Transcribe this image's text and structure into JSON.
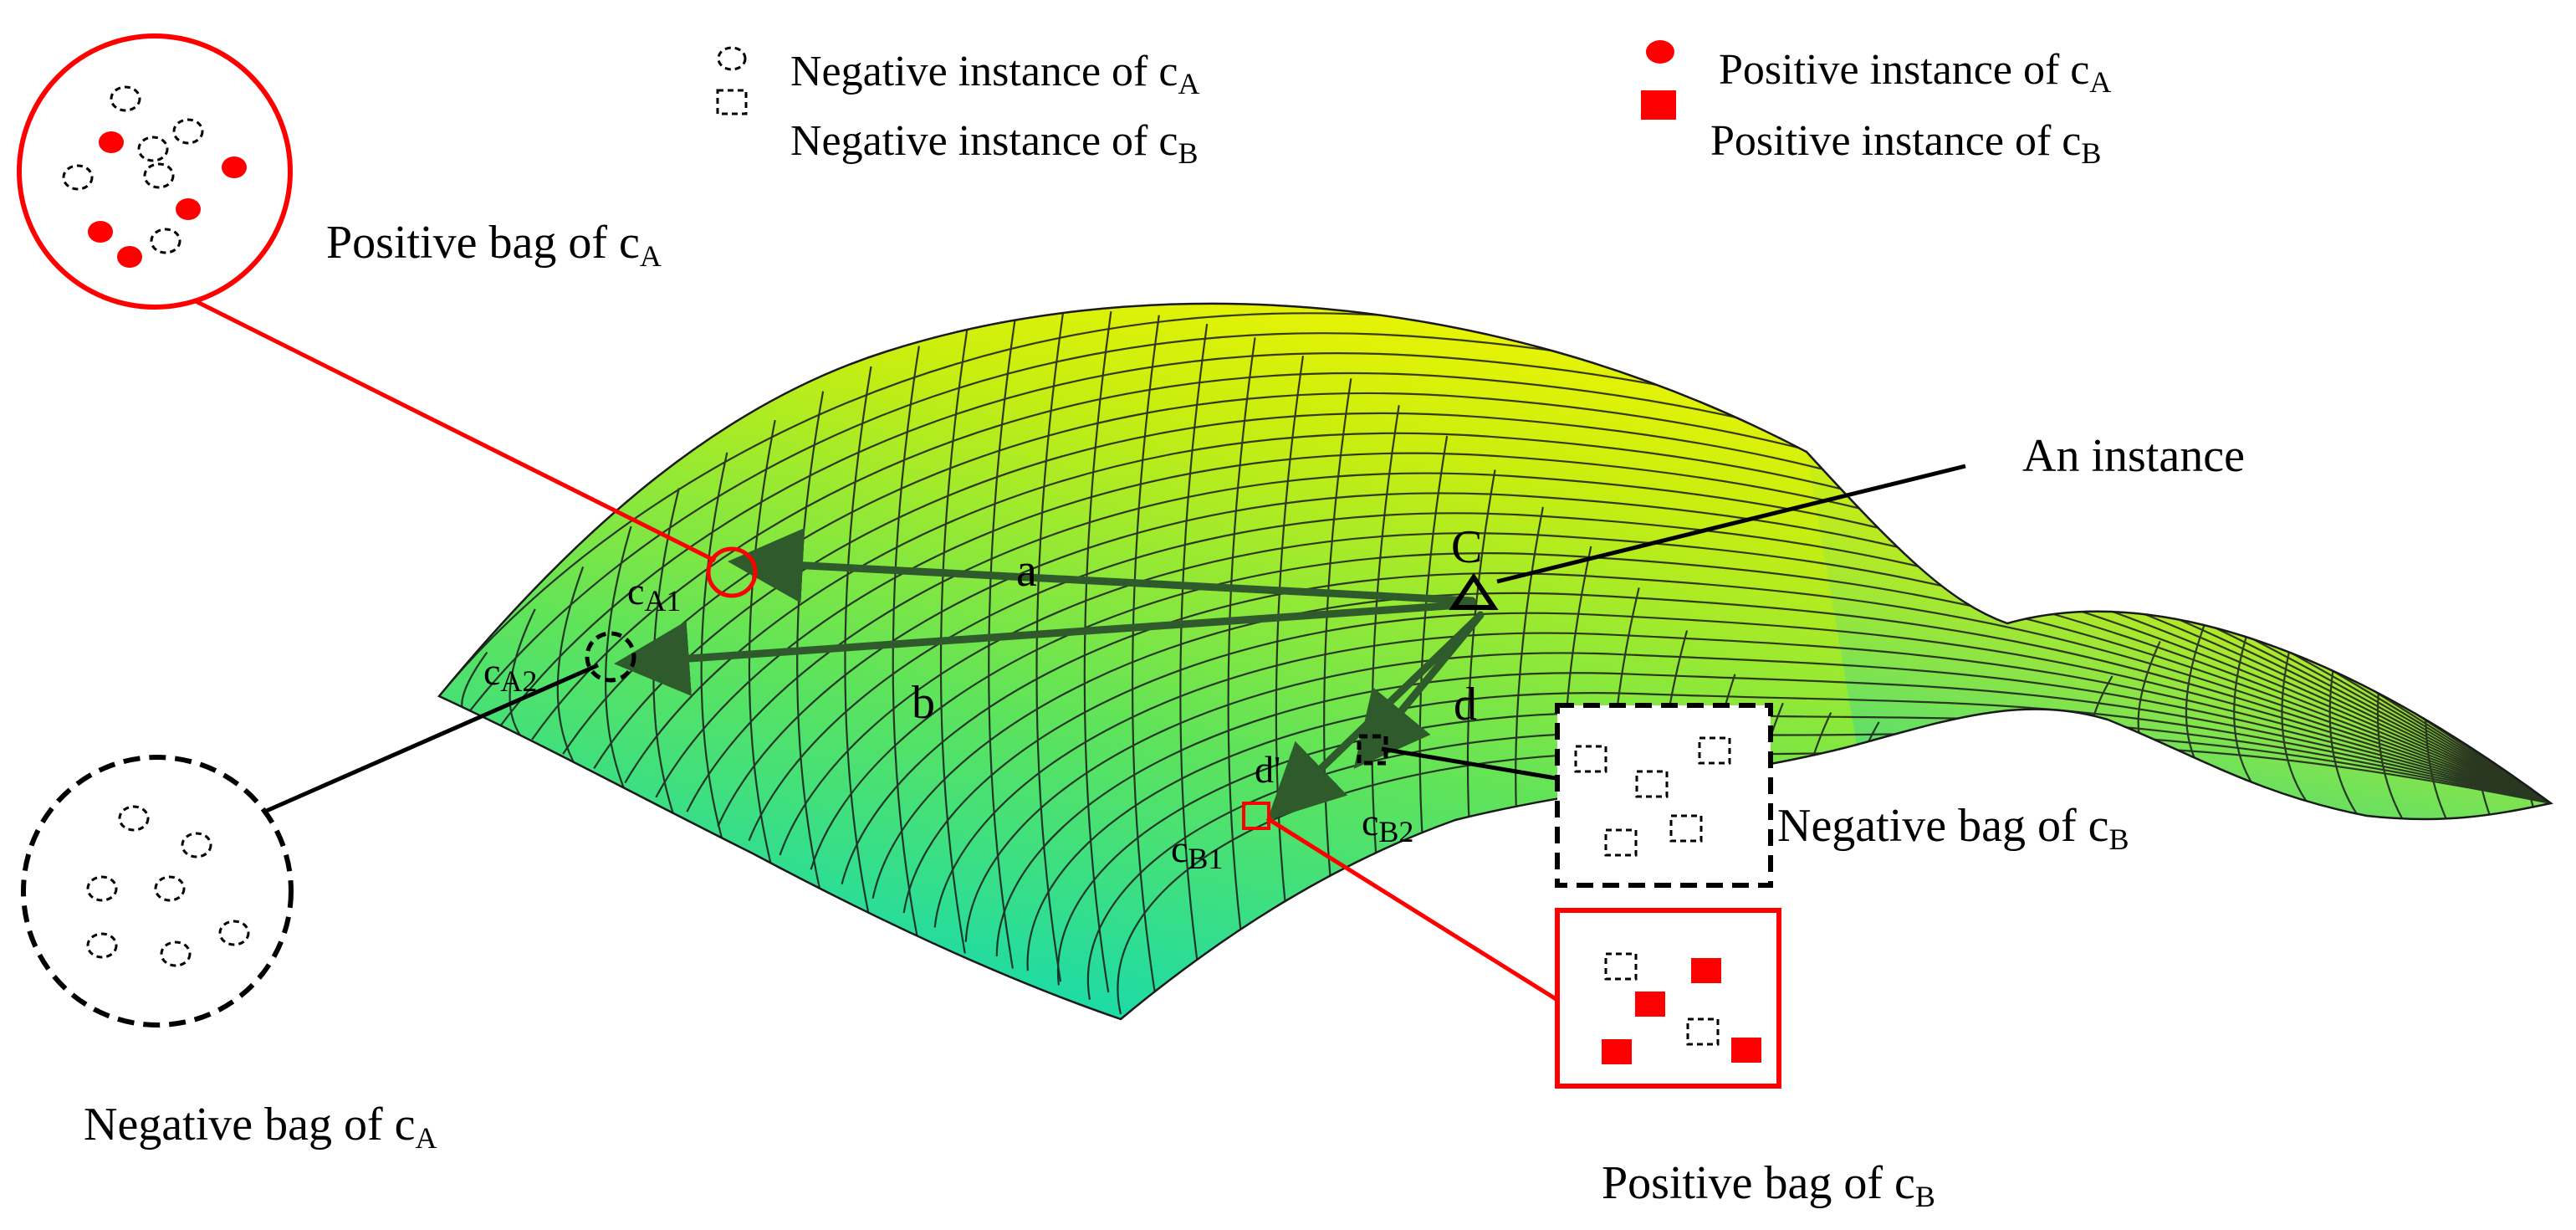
{
  "legend": {
    "neg_a": {
      "text": "Negative instance of c",
      "sub": "A"
    },
    "neg_b": {
      "text": "Negative instance of c",
      "sub": "B"
    },
    "pos_a": {
      "text": "Positive instance of c",
      "sub": "A"
    },
    "pos_b": {
      "text": "Positive instance of c",
      "sub": "B"
    }
  },
  "bags": {
    "pos_a": {
      "text": "Positive bag of c",
      "sub": "A"
    },
    "neg_a": {
      "text": "Negative bag of c",
      "sub": "A"
    },
    "neg_b": {
      "text": "Negative bag of c",
      "sub": "B"
    },
    "pos_b": {
      "text": "Positive bag of c",
      "sub": "B"
    }
  },
  "labels": {
    "instance": "An instance",
    "c": "C",
    "a": "a",
    "b": "b",
    "d": "d",
    "d_prime": "d'",
    "ca1": {
      "text": "c",
      "sub": "A1"
    },
    "ca2": {
      "text": "c",
      "sub": "A2"
    },
    "cb1": {
      "text": "c",
      "sub": "B1"
    },
    "cb2": {
      "text": "c",
      "sub": "B2"
    }
  },
  "colors": {
    "positive": "#ff0000",
    "negative": "#000000",
    "arrow": "#3a6b35",
    "surface_top": "#e6f200",
    "surface_bottom": "#00d8c8",
    "mesh": "#1a1a1a"
  }
}
